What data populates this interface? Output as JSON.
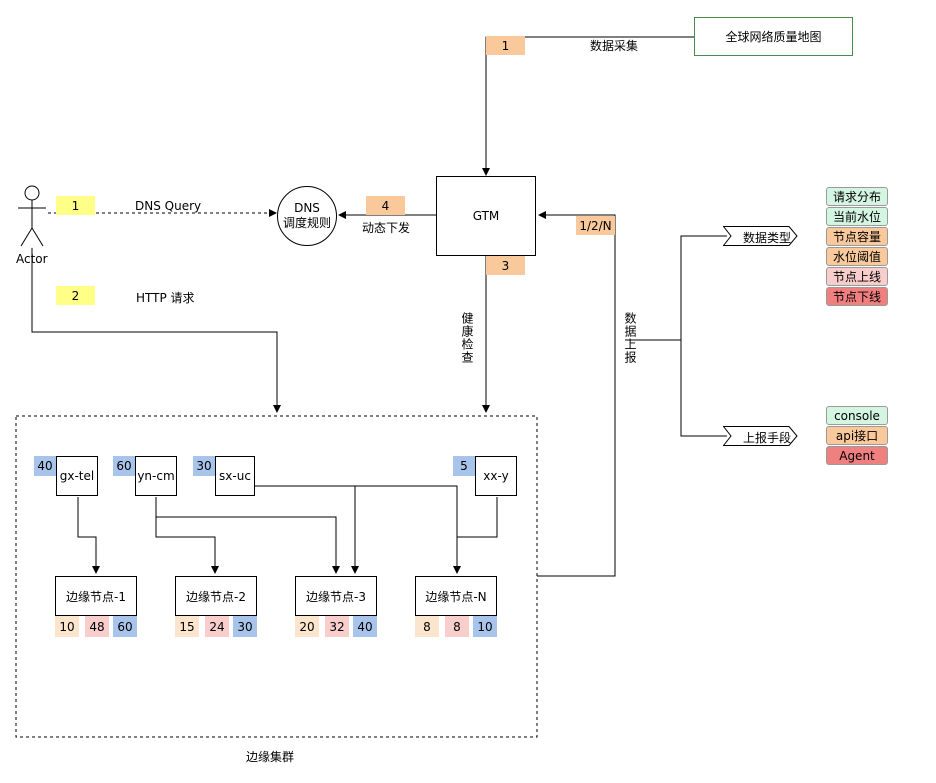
{
  "map_box": {
    "label": "全球网络质量地图",
    "color": "#d5f5e3"
  },
  "collect": {
    "badge": "1",
    "label": "数据采集"
  },
  "actor": {
    "label": "Actor"
  },
  "dns_query": {
    "badge": "1",
    "label": "DNS Query"
  },
  "http_req": {
    "badge": "2",
    "label": "HTTP 请求"
  },
  "dns_node": {
    "line1": "DNS",
    "line2": "调度规则"
  },
  "dispatch": {
    "badge": "4",
    "label": "动态下发"
  },
  "gtm": {
    "label": "GTM"
  },
  "health": {
    "badge": "3",
    "label": "健康检查"
  },
  "report": {
    "badge": "1/2/N",
    "label": "数据上报"
  },
  "data_types": {
    "label": "数据类型",
    "items": [
      {
        "label": "请求分布",
        "color": "#d5f5e3"
      },
      {
        "label": "当前水位",
        "color": "#d5f5e3"
      },
      {
        "label": "节点容量",
        "color": "#f9c89b"
      },
      {
        "label": "水位阈值",
        "color": "#f9c89b"
      },
      {
        "label": "节点上线",
        "color": "#f8cecc"
      },
      {
        "label": "节点下线",
        "color": "#f08080"
      }
    ]
  },
  "report_methods": {
    "label": "上报手段",
    "items": [
      {
        "label": "console",
        "color": "#d5f5e3"
      },
      {
        "label": "api接口",
        "color": "#f9c89b"
      },
      {
        "label": "Agent",
        "color": "#f08080"
      }
    ]
  },
  "carriers": [
    {
      "name": "gx-tel",
      "weight": "40"
    },
    {
      "name": "yn-cm",
      "weight": "60"
    },
    {
      "name": "sx-uc",
      "weight": "30"
    },
    {
      "name": "xx-y",
      "weight": "5"
    }
  ],
  "edge_nodes": [
    {
      "name": "边缘节点-1",
      "values": [
        "10",
        "48",
        "60"
      ]
    },
    {
      "name": "边缘节点-2",
      "values": [
        "15",
        "24",
        "30"
      ]
    },
    {
      "name": "边缘节点-3",
      "values": [
        "20",
        "32",
        "40"
      ]
    },
    {
      "name": "边缘节点-N",
      "values": [
        "8",
        "8",
        "10"
      ]
    }
  ],
  "cluster": {
    "label": "边缘集群"
  },
  "colors": {
    "orange": "#f9c89b",
    "yellow": "#ffff88",
    "blue": "#a9c4eb",
    "peach": "#fbe5cd",
    "pink": "#f8cecc"
  }
}
